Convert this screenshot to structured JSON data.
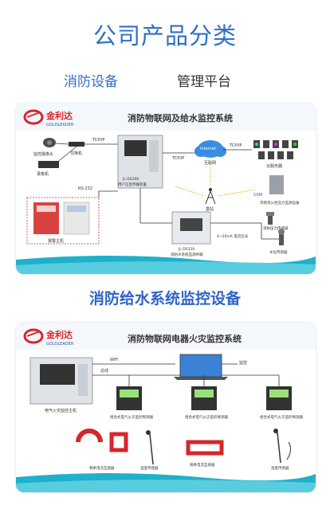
{
  "page": {
    "title": "公司产品分类",
    "tabs": [
      {
        "label": "消防设备",
        "active": true
      },
      {
        "label": "管理平台",
        "active": false
      }
    ]
  },
  "brand": {
    "name_cn": "金利达",
    "name_en": "GOLDLEADER",
    "accent": "#2f6fc8",
    "logo_red": "#d6262b",
    "teal": "#1eb1c9"
  },
  "product1": {
    "diagram_title": "消防物联网及给水监控系统",
    "caption": "消防给水系统监控设备",
    "labels": {
      "camera": "监控摄像头",
      "switch": "交换机",
      "nvr": "录像机",
      "alarm_host": "报警主机",
      "tcpip": "TCP/IP",
      "rs232": "RS-232",
      "device_model": "JL-DS300",
      "device_desc": "用户信息传输装置",
      "internet": "Internet",
      "net_label": "互联网",
      "cloud": "云服务器",
      "base": "基站",
      "gsm": "GSM",
      "pressure": "市政消火栓压力监测设备",
      "hub_model": "JL-DS310",
      "hub_desc": "消防水系统监测终端",
      "signal": "4~20mA 电流信号",
      "flow_sensor": "消防压力传感器",
      "level_sensor": "水位传感器"
    }
  },
  "product2": {
    "diagram_title": "消防物联网电器火灾监控系统",
    "labels": {
      "host": "电气火灾监控主机",
      "wifi": "WiFi",
      "bus": "总线",
      "monitor": "监控",
      "detector": "组合式电气火灾监控探测器",
      "residual": "剩余电流互感器",
      "temp": "温度传感器"
    }
  }
}
